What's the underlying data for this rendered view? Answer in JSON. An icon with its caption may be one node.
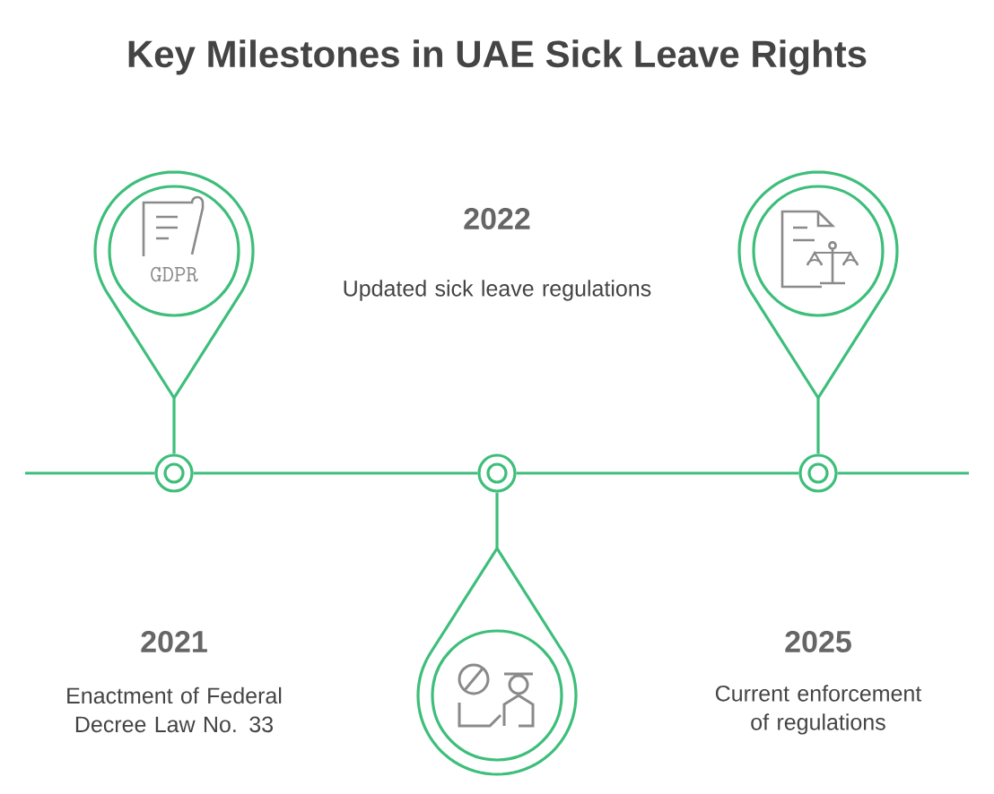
{
  "diagram": {
    "title": "Key Milestones in UAE Sick Leave Rights",
    "nodes": [
      {
        "text": [
          "GDPR"
        ]
      },
      {
        "text": [],
        "shape": "pin"
      },
      {
        "text": [],
        "shape": "pin"
      },
      {
        "text": [],
        "shape": "circle"
      },
      {
        "text": [],
        "shape": "circle"
      },
      {
        "text": [],
        "shape": "circle"
      }
    ],
    "edges": [
      {
        "from": 0,
        "to": 3,
        "arrow": "none"
      },
      {
        "from": 1,
        "to": 4,
        "arrow": "none"
      },
      {
        "from": 2,
        "to": 5,
        "arrow": "none"
      },
      {
        "from": null,
        "to": 3,
        "arrow": "none"
      },
      {
        "from": 3,
        "to": 4,
        "arrow": "none"
      },
      {
        "from": 4,
        "to": 5,
        "arrow": "none"
      },
      {
        "from": 5,
        "to": null,
        "arrow": "none"
      }
    ],
    "labels": [
      "2022",
      "Updated sick leave regulations",
      "2021",
      "Enactment of Federal Decree Law No. 33",
      "2025",
      "Current enforcement of regulations"
    ]
  }
}
